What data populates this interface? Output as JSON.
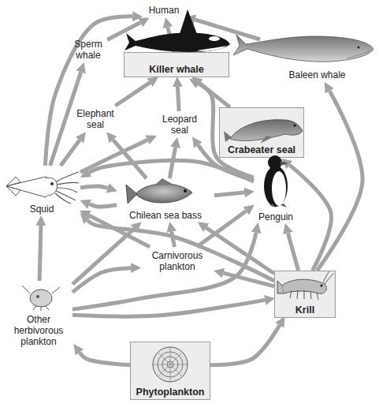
{
  "diagram": {
    "nodes": [
      {
        "text": [
          "Human"
        ]
      },
      {
        "text": [
          "Sperm whale"
        ]
      },
      {
        "text": [
          "Killer whale"
        ]
      },
      {
        "text": [
          "Baleen whale"
        ]
      },
      {
        "text": [
          "Elephant seal"
        ]
      },
      {
        "text": [
          "Leopard seal"
        ]
      },
      {
        "text": [
          "Crabeater seal"
        ]
      },
      {
        "text": [
          "Squid"
        ]
      },
      {
        "text": [
          "Chilean sea bass"
        ]
      },
      {
        "text": [
          "Penguin"
        ]
      },
      {
        "text": [
          "Carnivorous plankton"
        ]
      },
      {
        "text": [
          "Other herbivorous plankton"
        ]
      },
      {
        "text": [
          "Krill"
        ]
      },
      {
        "text": [
          "Phytoplankton"
        ]
      }
    ],
    "edges": [
      {
        "from": 1,
        "to": 0,
        "arrow": "to"
      },
      {
        "from": 2,
        "to": 0,
        "arrow": "to"
      },
      {
        "from": 3,
        "to": 0,
        "arrow": "to"
      },
      {
        "from": 7,
        "to": 0,
        "arrow": "to"
      },
      {
        "from": 7,
        "to": 1,
        "arrow": "to"
      },
      {
        "from": 7,
        "to": 4,
        "arrow": "to"
      },
      {
        "from": 7,
        "to": 5,
        "arrow": "to"
      },
      {
        "from": 7,
        "to": 8,
        "arrow": "to"
      },
      {
        "from": 8,
        "to": 7,
        "arrow": "to"
      },
      {
        "from": 8,
        "to": 4,
        "arrow": "to"
      },
      {
        "from": 8,
        "to": 5,
        "arrow": "to"
      },
      {
        "from": 8,
        "to": 9,
        "arrow": "to"
      },
      {
        "from": 4,
        "to": 2,
        "arrow": "to"
      },
      {
        "from": 5,
        "to": 2,
        "arrow": "to"
      },
      {
        "from": 6,
        "to": 2,
        "arrow": "to"
      },
      {
        "from": 9,
        "to": 2,
        "arrow": "to"
      },
      {
        "from": 9,
        "to": 5,
        "arrow": "to"
      },
      {
        "from": 9,
        "to": 7,
        "arrow": "to"
      },
      {
        "from": 10,
        "to": 7,
        "arrow": "to"
      },
      {
        "from": 10,
        "to": 8,
        "arrow": "to"
      },
      {
        "from": 10,
        "to": 9,
        "arrow": "to"
      },
      {
        "from": 11,
        "to": 7,
        "arrow": "to"
      },
      {
        "from": 11,
        "to": 10,
        "arrow": "to"
      },
      {
        "from": 11,
        "to": 8,
        "arrow": "to"
      },
      {
        "from": 11,
        "to": 9,
        "arrow": "to"
      },
      {
        "from": 11,
        "to": 12,
        "arrow": "to"
      },
      {
        "from": 12,
        "to": 10,
        "arrow": "to"
      },
      {
        "from": 12,
        "to": 8,
        "arrow": "to"
      },
      {
        "from": 12,
        "to": 9,
        "arrow": "to"
      },
      {
        "from": 12,
        "to": 7,
        "arrow": "to"
      },
      {
        "from": 12,
        "to": 6,
        "arrow": "to"
      },
      {
        "from": 12,
        "to": 3,
        "arrow": "to"
      },
      {
        "from": 13,
        "to": 11,
        "arrow": "to"
      },
      {
        "from": 13,
        "to": 12,
        "arrow": "to"
      }
    ]
  }
}
